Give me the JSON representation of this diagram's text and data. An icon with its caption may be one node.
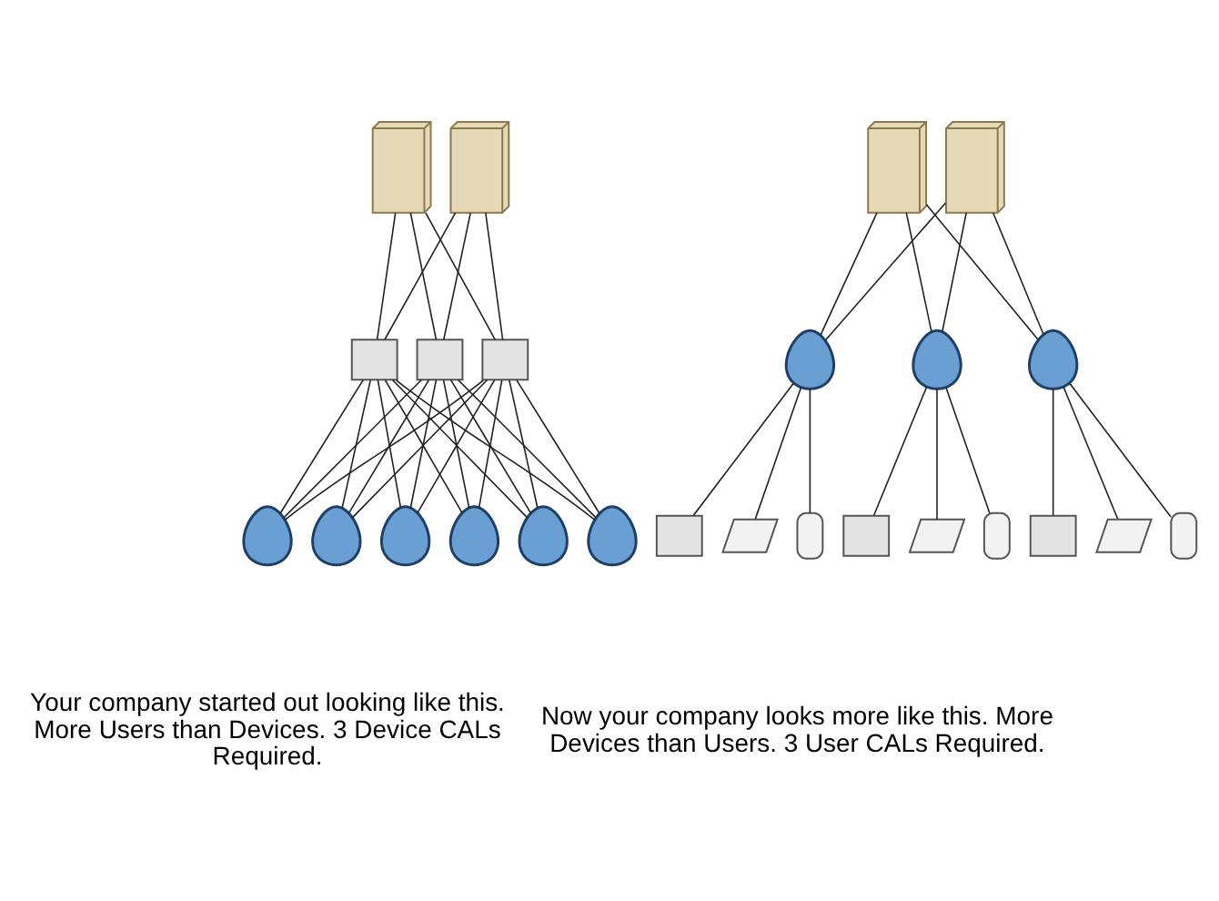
{
  "diagram": {
    "nodes": [
      {
        "text": [],
        "shape": "server"
      },
      {
        "text": [],
        "shape": "server"
      },
      {
        "text": [],
        "shape": "computer"
      },
      {
        "text": [],
        "shape": "computer"
      },
      {
        "text": [],
        "shape": "computer"
      },
      {
        "text": [],
        "shape": "person"
      },
      {
        "text": [],
        "shape": "person"
      },
      {
        "text": [],
        "shape": "person"
      },
      {
        "text": [],
        "shape": "person"
      },
      {
        "text": [],
        "shape": "person"
      },
      {
        "text": [],
        "shape": "person"
      },
      {
        "text": [],
        "shape": "server"
      },
      {
        "text": [],
        "shape": "server"
      },
      {
        "text": [],
        "shape": "person"
      },
      {
        "text": [],
        "shape": "person"
      },
      {
        "text": [],
        "shape": "person"
      },
      {
        "text": [],
        "shape": "computer"
      },
      {
        "text": [],
        "shape": "laptop"
      },
      {
        "text": [],
        "shape": "tablet"
      },
      {
        "text": [],
        "shape": "computer"
      },
      {
        "text": [],
        "shape": "laptop"
      },
      {
        "text": [],
        "shape": "tablet"
      },
      {
        "text": [],
        "shape": "computer"
      },
      {
        "text": [],
        "shape": "laptop"
      },
      {
        "text": [],
        "shape": "tablet"
      }
    ],
    "edges": [
      {
        "from": 0,
        "to": 2,
        "arrow": "none"
      },
      {
        "from": 0,
        "to": 3,
        "arrow": "none"
      },
      {
        "from": 0,
        "to": 4,
        "arrow": "none"
      },
      {
        "from": 1,
        "to": 2,
        "arrow": "none"
      },
      {
        "from": 1,
        "to": 3,
        "arrow": "none"
      },
      {
        "from": 1,
        "to": 4,
        "arrow": "none"
      },
      {
        "from": 2,
        "to": 5,
        "arrow": "none"
      },
      {
        "from": 2,
        "to": 6,
        "arrow": "none"
      },
      {
        "from": 2,
        "to": 7,
        "arrow": "none"
      },
      {
        "from": 2,
        "to": 8,
        "arrow": "none"
      },
      {
        "from": 2,
        "to": 9,
        "arrow": "none"
      },
      {
        "from": 2,
        "to": 10,
        "arrow": "none"
      },
      {
        "from": 3,
        "to": 5,
        "arrow": "none"
      },
      {
        "from": 3,
        "to": 6,
        "arrow": "none"
      },
      {
        "from": 3,
        "to": 7,
        "arrow": "none"
      },
      {
        "from": 3,
        "to": 8,
        "arrow": "none"
      },
      {
        "from": 3,
        "to": 9,
        "arrow": "none"
      },
      {
        "from": 3,
        "to": 10,
        "arrow": "none"
      },
      {
        "from": 4,
        "to": 5,
        "arrow": "none"
      },
      {
        "from": 4,
        "to": 6,
        "arrow": "none"
      },
      {
        "from": 4,
        "to": 7,
        "arrow": "none"
      },
      {
        "from": 4,
        "to": 8,
        "arrow": "none"
      },
      {
        "from": 4,
        "to": 9,
        "arrow": "none"
      },
      {
        "from": 4,
        "to": 10,
        "arrow": "none"
      },
      {
        "from": 11,
        "to": 13,
        "arrow": "none"
      },
      {
        "from": 11,
        "to": 14,
        "arrow": "none"
      },
      {
        "from": 11,
        "to": 15,
        "arrow": "none"
      },
      {
        "from": 12,
        "to": 13,
        "arrow": "none"
      },
      {
        "from": 12,
        "to": 14,
        "arrow": "none"
      },
      {
        "from": 12,
        "to": 15,
        "arrow": "none"
      },
      {
        "from": 13,
        "to": 16,
        "arrow": "none"
      },
      {
        "from": 13,
        "to": 17,
        "arrow": "none"
      },
      {
        "from": 13,
        "to": 18,
        "arrow": "none"
      },
      {
        "from": 14,
        "to": 19,
        "arrow": "none"
      },
      {
        "from": 14,
        "to": 20,
        "arrow": "none"
      },
      {
        "from": 14,
        "to": 21,
        "arrow": "none"
      },
      {
        "from": 15,
        "to": 22,
        "arrow": "none"
      },
      {
        "from": 15,
        "to": 23,
        "arrow": "none"
      },
      {
        "from": 15,
        "to": 24,
        "arrow": "none"
      }
    ],
    "labels": [
      "Your company started out looking like this. More Users than Devices. 3 Device CALs Required.",
      "Now your company looks more like this. More Devices than Users. 3 User CALs Required."
    ]
  }
}
